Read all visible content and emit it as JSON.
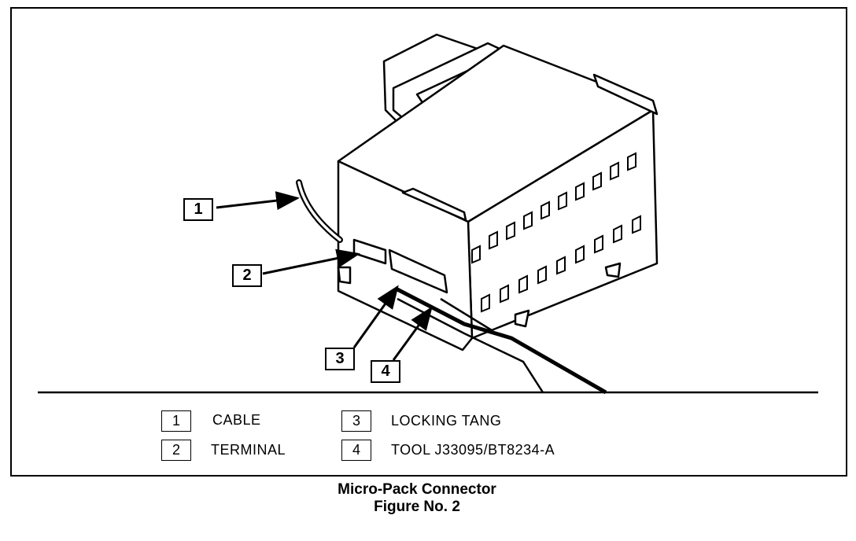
{
  "callouts": [
    {
      "number": "1"
    },
    {
      "number": "2"
    },
    {
      "number": "3"
    },
    {
      "number": "4"
    }
  ],
  "legend": [
    {
      "number": "1",
      "label": "CABLE"
    },
    {
      "number": "2",
      "label": "TERMINAL"
    },
    {
      "number": "3",
      "label": "LOCKING TANG"
    },
    {
      "number": "4",
      "label": "TOOL J33095/BT8234-A"
    }
  ],
  "caption": {
    "title": "Micro-Pack Connector",
    "subtitle": "Figure No. 2"
  }
}
